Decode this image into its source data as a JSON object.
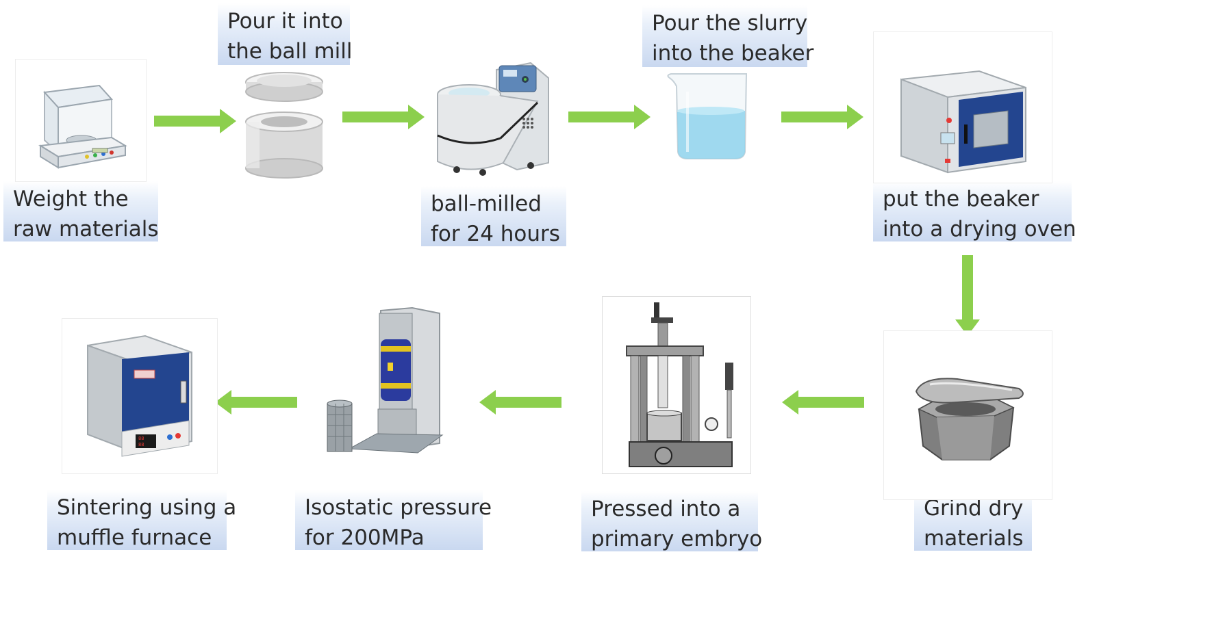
{
  "steps": [
    {
      "id": "weigh",
      "line1": "Weight the",
      "line2": "raw materials",
      "icon": "analytical-balance-icon"
    },
    {
      "id": "pour",
      "line1": "Pour it into",
      "line2": "the ball mill",
      "icon": "ball-mill-jar-icon"
    },
    {
      "id": "mill",
      "line1": "ball-milled",
      "line2": "for 24 hours",
      "icon": "ball-mill-machine-icon"
    },
    {
      "id": "slurry",
      "line1": "Pour the slurry",
      "line2": "into the beaker",
      "icon": "beaker-icon"
    },
    {
      "id": "dry",
      "line1": "put the beaker",
      "line2": "into a drying oven",
      "icon": "drying-oven-icon"
    },
    {
      "id": "grind",
      "line1": "Grind dry",
      "line2": "materials",
      "icon": "mortar-pestle-icon"
    },
    {
      "id": "press",
      "line1": "Pressed into a",
      "line2": "primary embryo",
      "icon": "hydraulic-press-icon"
    },
    {
      "id": "iso",
      "line1": "Isostatic pressure",
      "line2": "for 200MPa",
      "icon": "isostatic-press-icon"
    },
    {
      "id": "sinter",
      "line1": "Sintering using a",
      "line2": "muffle furnace",
      "icon": "muffle-furnace-icon"
    }
  ],
  "colors": {
    "arrow": "#8ccf4d",
    "label_top": "#ffffff",
    "label_bottom": "#c9d8f0",
    "oven_door": "#23458f",
    "water": "#8fd3ec"
  }
}
